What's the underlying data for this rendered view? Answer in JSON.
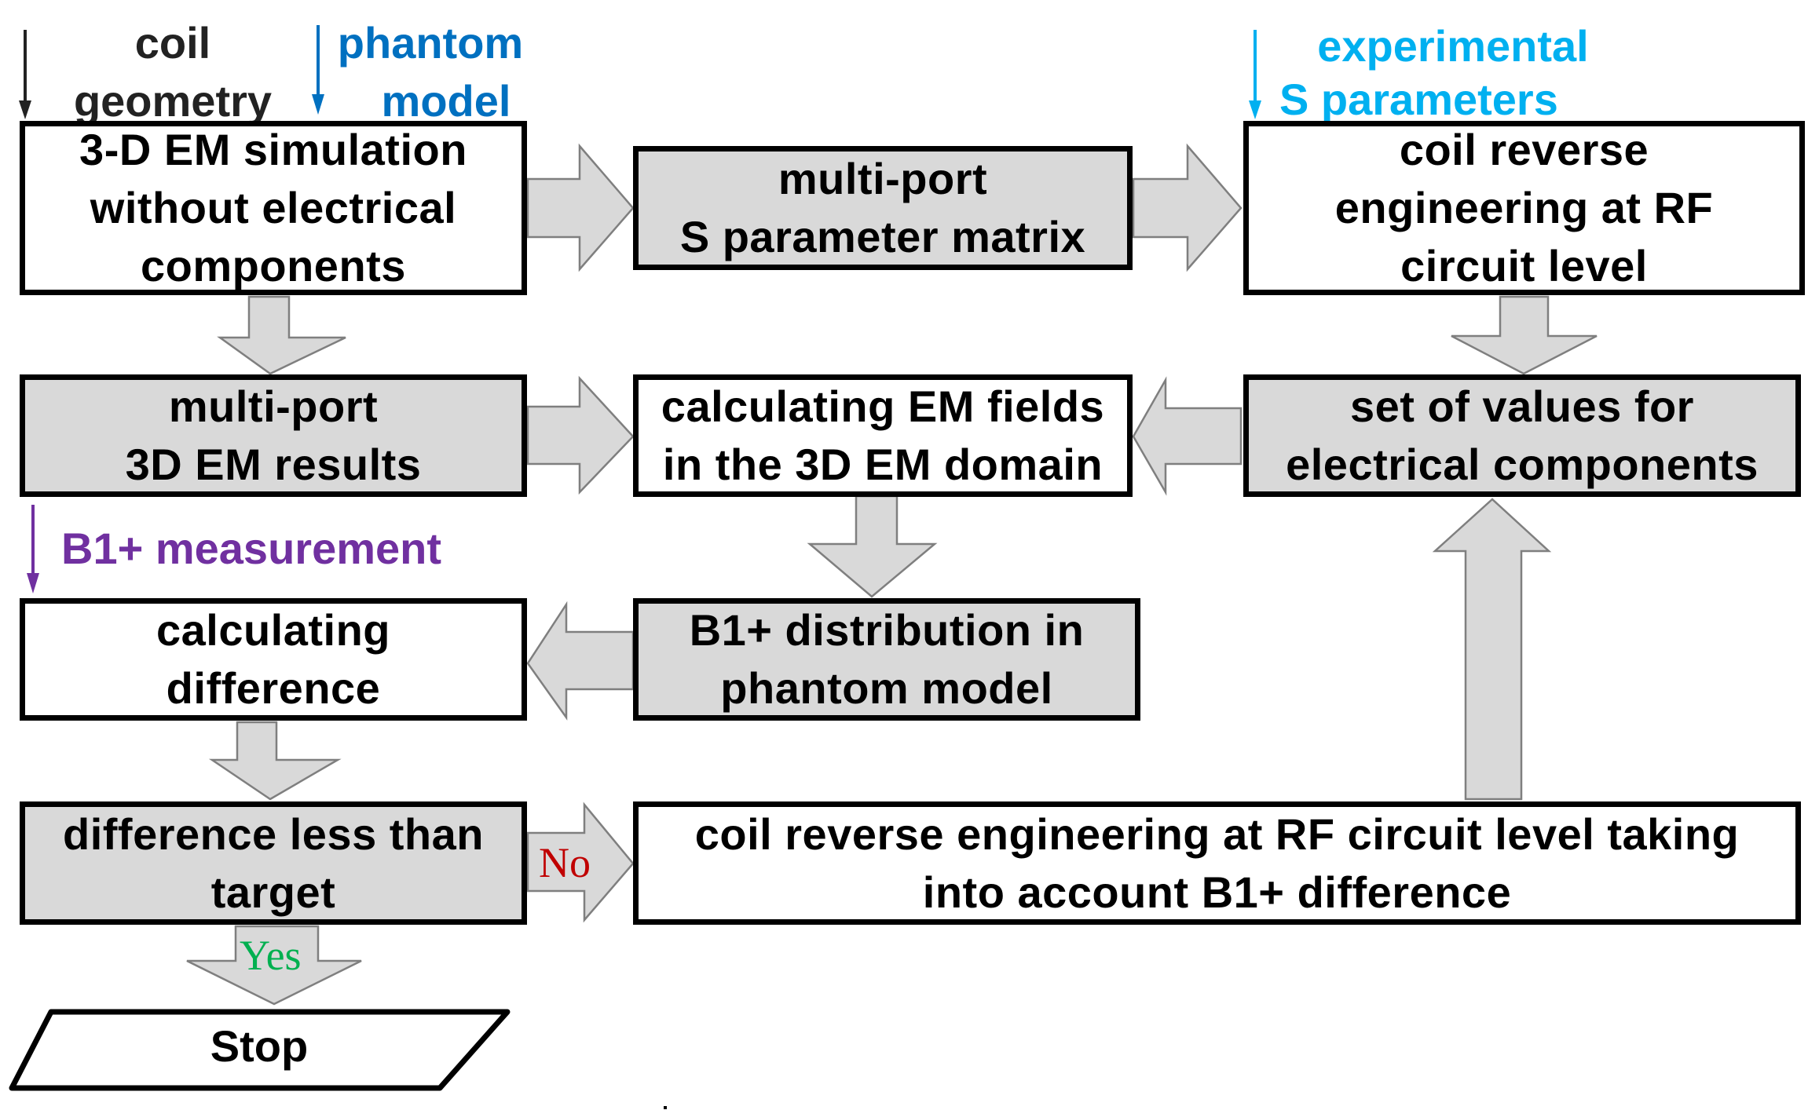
{
  "inputs": {
    "coil_geometry": [
      "coil",
      "geometry"
    ],
    "phantom_model": [
      "phantom",
      "model"
    ],
    "experimental_s_parameters": [
      "experimental",
      "S parameters"
    ],
    "b1_measurement": "B1+ measurement"
  },
  "boxes": {
    "em_simulation": [
      "3-D EM simulation",
      "without electrical",
      "components"
    ],
    "s_parameter_matrix": [
      "multi-port",
      "S parameter matrix"
    ],
    "coil_reverse_engineering": [
      "coil reverse",
      "engineering at RF",
      "circuit level"
    ],
    "multiport_3d_results": [
      "multi-port",
      "3D EM results"
    ],
    "calculating_em_fields": [
      "calculating EM fields",
      "in the 3D EM domain"
    ],
    "set_of_values": [
      "set of values for",
      "electrical components"
    ],
    "calculating_difference": [
      "calculating",
      "difference"
    ],
    "b1_distribution": [
      "B1+ distribution in",
      "phantom model"
    ],
    "difference_less_than_target": [
      "difference less than",
      "target"
    ],
    "coil_reverse_engineering_b1": [
      "coil reverse engineering at RF circuit level taking",
      "into account B1+ difference"
    ],
    "stop": "Stop"
  },
  "branches": {
    "no": "No",
    "yes": "Yes"
  },
  "colors": {
    "box_gray": "#d9d9d9",
    "arrow_fill": "#d9d9d9",
    "coil_geometry": "#222222",
    "phantom_model": "#0070c0",
    "experimental_s_parameters": "#00b0f0",
    "b1_measurement": "#7030a0",
    "no": "#c00000",
    "yes": "#00b050"
  }
}
